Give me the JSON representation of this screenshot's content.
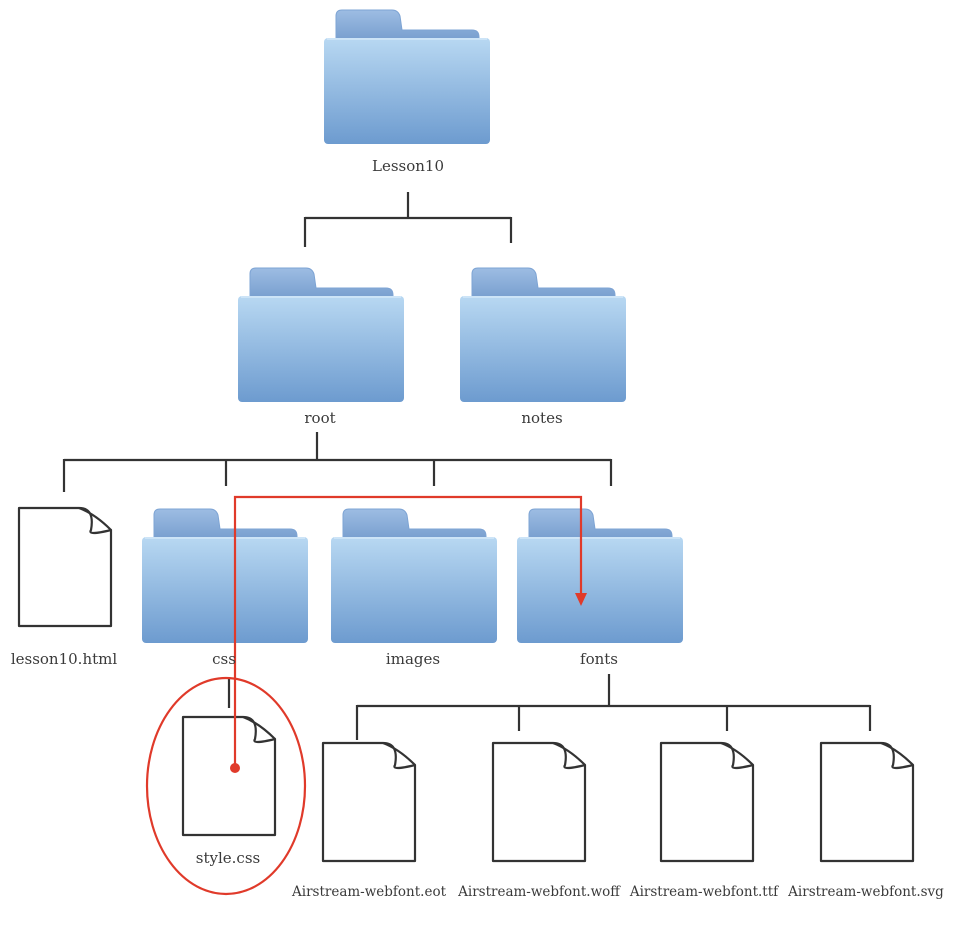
{
  "colors": {
    "folder_back": "#7ea4d4",
    "folder_front_top": "#b8d8f2",
    "folder_front_bottom": "#6d9bcf",
    "line": "#333333",
    "highlight": "#e03a2a"
  },
  "tree": {
    "lesson10": {
      "label": "Lesson10",
      "icon": "folder-icon"
    },
    "root": {
      "label": "root",
      "icon": "folder-icon"
    },
    "notes": {
      "label": "notes",
      "icon": "folder-icon"
    },
    "lesson10_html": {
      "label": "lesson10.html",
      "icon": "file-icon"
    },
    "css": {
      "label": "css",
      "icon": "folder-icon"
    },
    "images": {
      "label": "images",
      "icon": "folder-icon"
    },
    "fonts": {
      "label": "fonts",
      "icon": "folder-icon"
    },
    "style_css": {
      "label": "style.css",
      "icon": "file-icon",
      "highlighted": true
    },
    "font_eot": {
      "label": "Airstream-webfont.eot",
      "icon": "file-icon"
    },
    "font_woff": {
      "label": "Airstream-webfont.woff",
      "icon": "file-icon"
    },
    "font_ttf": {
      "label": "Airstream-webfont.ttf",
      "icon": "file-icon"
    },
    "font_svg": {
      "label": "Airstream-webfont.svg",
      "icon": "file-icon"
    }
  },
  "link": {
    "from": "style_css",
    "to": "fonts",
    "icon": "arrow-icon"
  }
}
